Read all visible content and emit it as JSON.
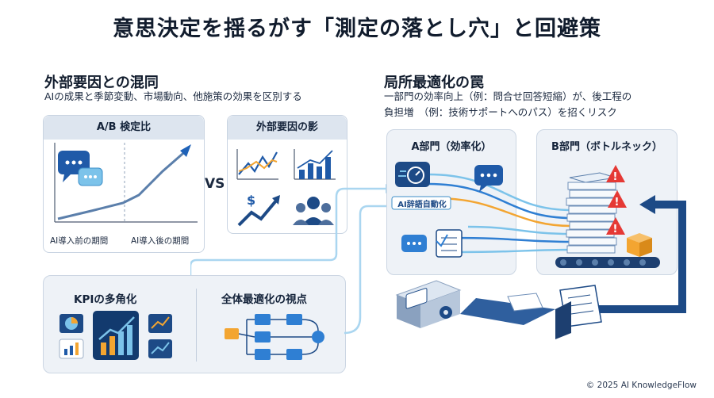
{
  "title": "意思決定を揺るがす「測定の落とし穴」と回避策",
  "left": {
    "heading": "外部要因との混同",
    "subtitle": "AIの成果と季節変動、市場動向、他施策の効果を区別する",
    "ab_panel": {
      "title": "A/B 検定比",
      "before_label": "AI導入前の期間",
      "after_label": "AI導入後の期間"
    },
    "vs_label": "VS",
    "external_panel": {
      "title": "外部要因の影"
    },
    "kpi_panel": {
      "title": "KPIの多角化"
    },
    "overall_panel": {
      "title": "全体最適化の視点"
    }
  },
  "right": {
    "heading": "局所最適化の罠",
    "subtitle_line1": "一部門の効率向上（例：問合せ回答短縮）が、後工程の",
    "subtitle_line2": "負担増　（例：技術サポートへのパス）を招くリスク",
    "dept_a": {
      "title": "A部門（効率化）",
      "tag": "AI辞語自動化"
    },
    "dept_b": {
      "title": "B部門（ボトルネック）"
    }
  },
  "footer": {
    "copyright": "© 2025 AI KnowledgeFlow"
  },
  "colors": {
    "navy": "#1d4a86",
    "blue": "#2f7fd3",
    "light_blue": "#7cc3ea",
    "warning_red": "#e53935",
    "orange": "#f3a531"
  }
}
